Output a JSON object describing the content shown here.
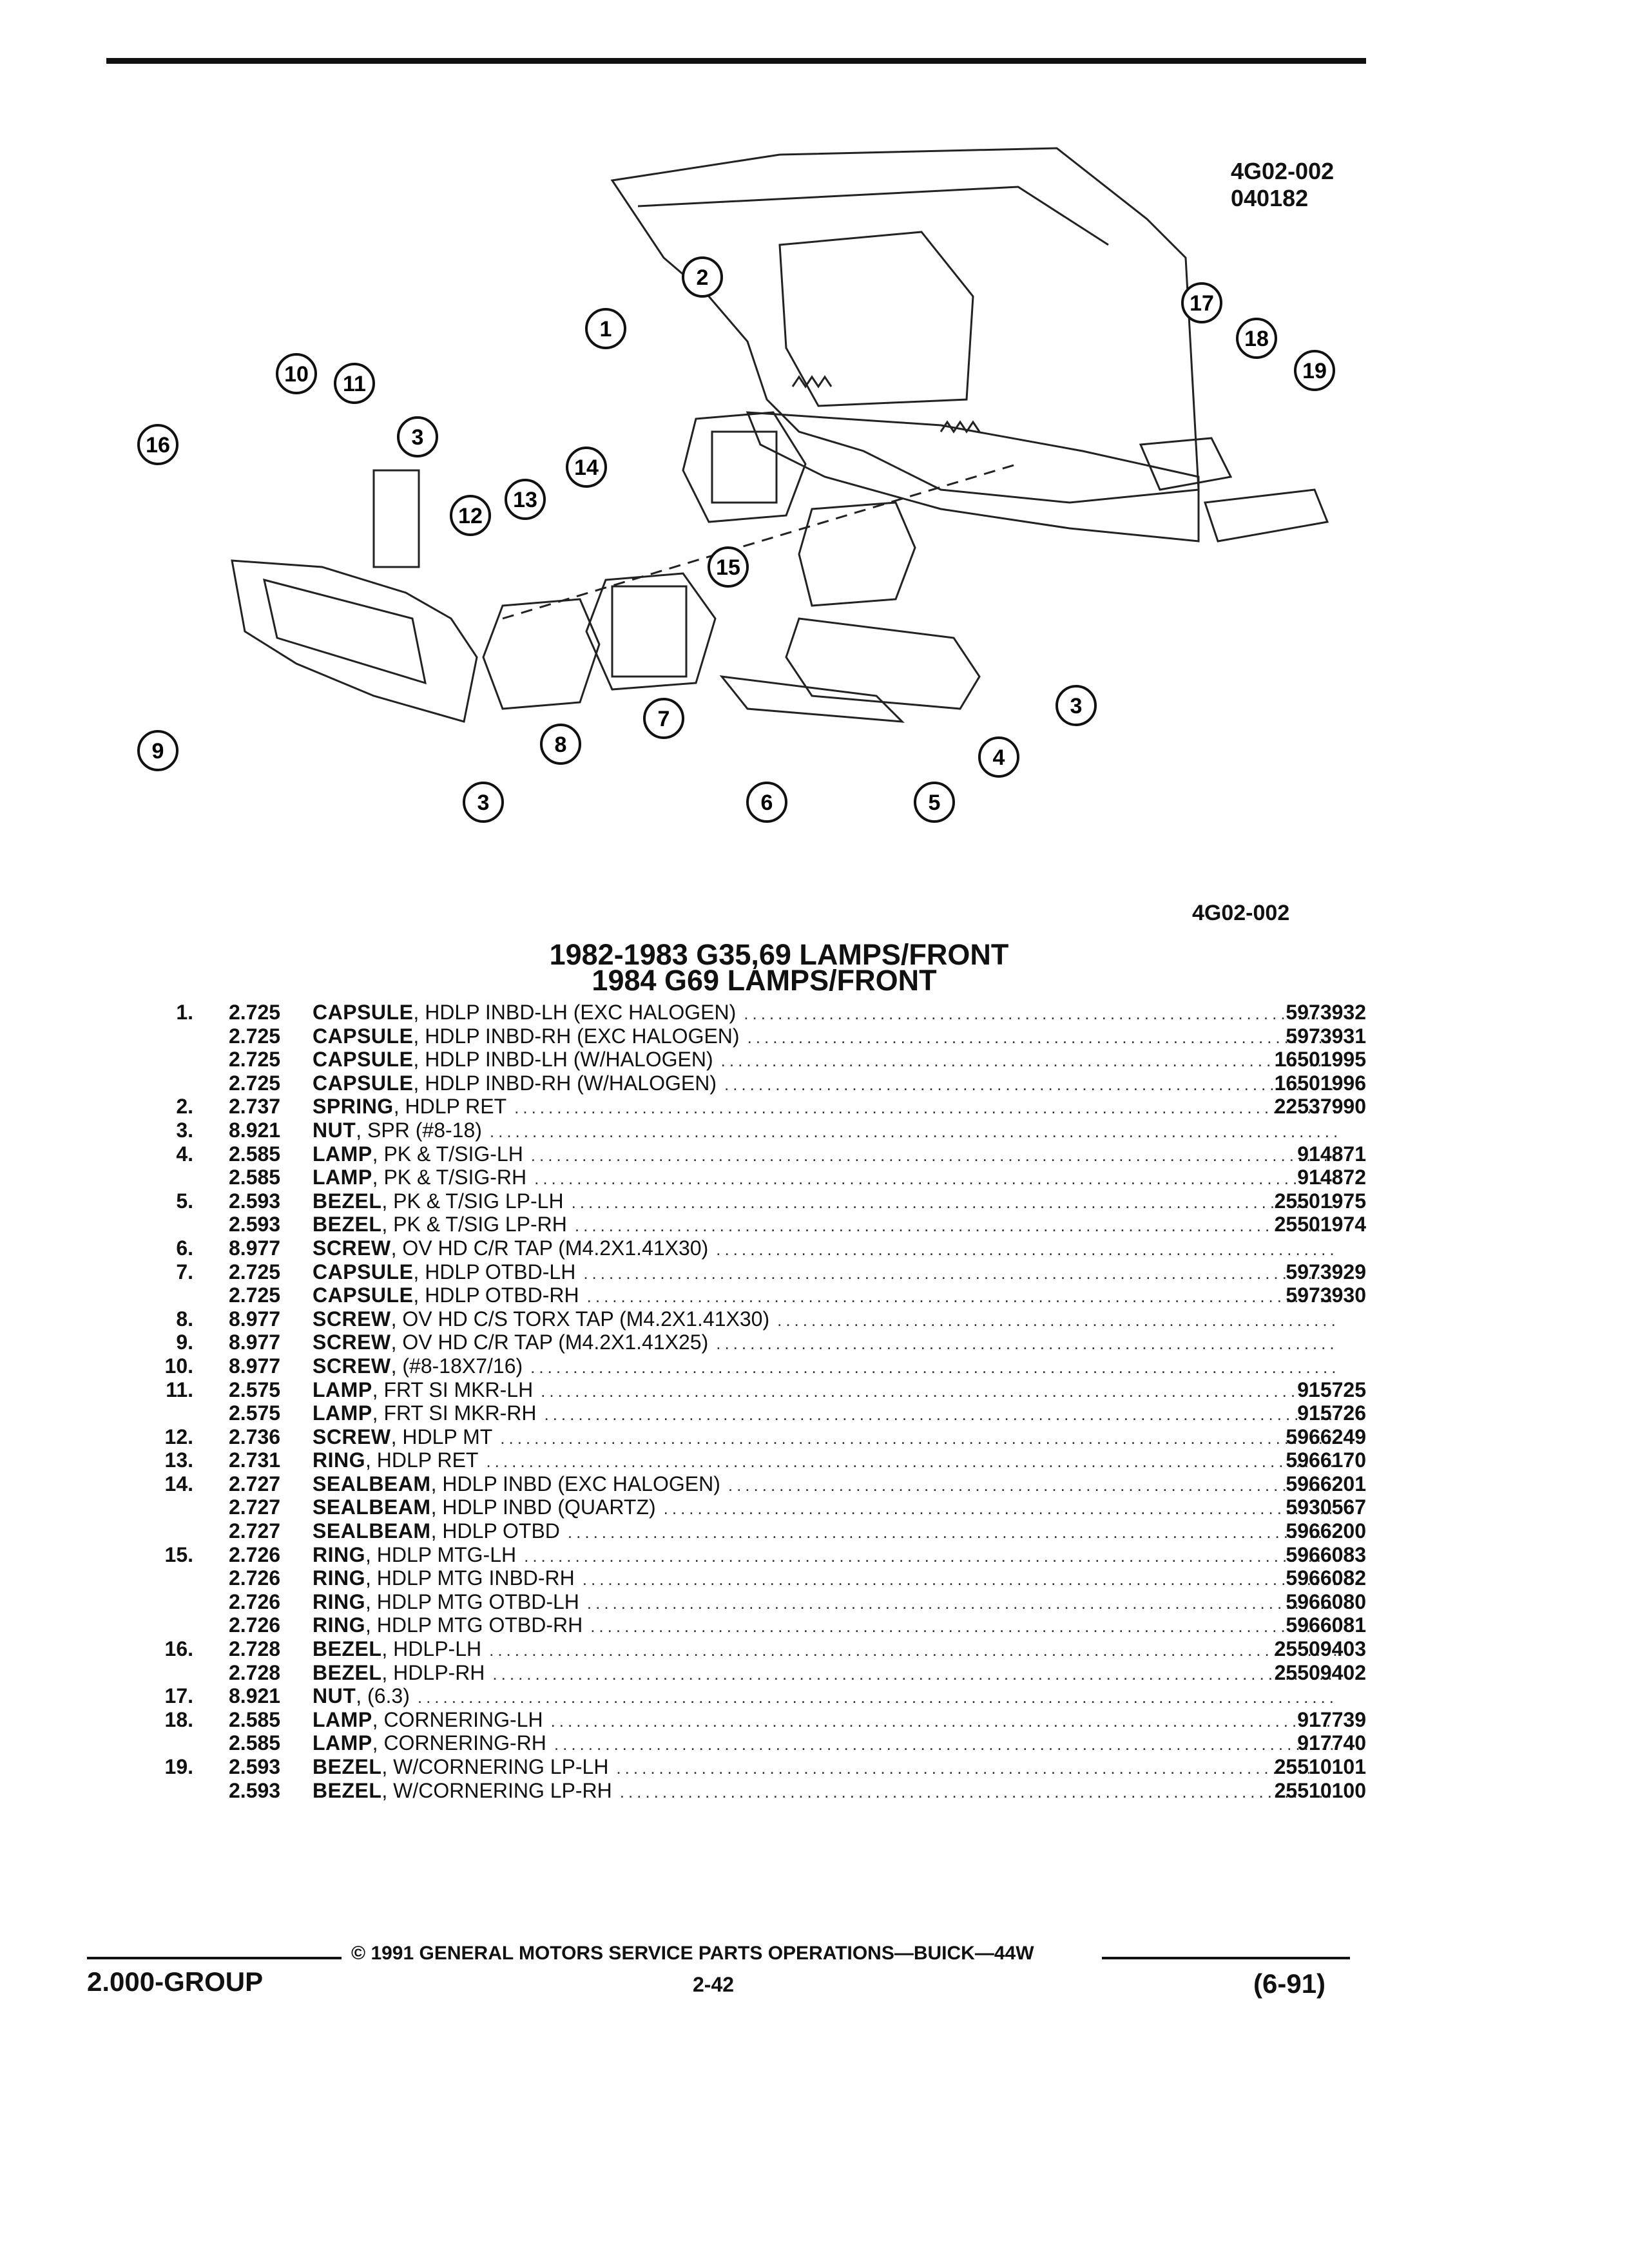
{
  "header": {
    "figure_code": "4G02-002",
    "figure_date": "040182"
  },
  "diagram": {
    "callouts": [
      "1",
      "2",
      "3",
      "4",
      "5",
      "6",
      "7",
      "8",
      "9",
      "10",
      "11",
      "12",
      "13",
      "14",
      "15",
      "16",
      "17",
      "18",
      "19"
    ],
    "caption_code": "4G02-002"
  },
  "section": {
    "title_line1": "1982-1983 G35,69 LAMPS/FRONT",
    "title_line2": "1984 G69 LAMPS/FRONT"
  },
  "parts": [
    {
      "num": "1.",
      "group": "2.725",
      "name": "CAPSULE",
      "spec": " , HDLP INBD-LH (EXC HALOGEN)",
      "part_no": "5973932"
    },
    {
      "num": "",
      "group": "2.725",
      "name": "CAPSULE",
      "spec": " , HDLP INBD-RH (EXC HALOGEN)",
      "part_no": "5973931"
    },
    {
      "num": "",
      "group": "2.725",
      "name": "CAPSULE",
      "spec": " , HDLP INBD-LH (W/HALOGEN)",
      "part_no": "16501995"
    },
    {
      "num": "",
      "group": "2.725",
      "name": "CAPSULE",
      "spec": " , HDLP INBD-RH (W/HALOGEN)",
      "part_no": "16501996"
    },
    {
      "num": "2.",
      "group": "2.737",
      "name": "SPRING",
      "spec": " , HDLP RET",
      "part_no": "22537990"
    },
    {
      "num": "3.",
      "group": "8.921",
      "name": "NUT",
      "spec": " , SPR (#8-18)",
      "part_no": ""
    },
    {
      "num": "4.",
      "group": "2.585",
      "name": "LAMP",
      "spec": " , PK & T/SIG-LH",
      "part_no": "914871"
    },
    {
      "num": "",
      "group": "2.585",
      "name": "LAMP",
      "spec": " , PK & T/SIG-RH",
      "part_no": "914872"
    },
    {
      "num": "5.",
      "group": "2.593",
      "name": "BEZEL",
      "spec": " , PK & T/SIG LP-LH",
      "part_no": "25501975"
    },
    {
      "num": "",
      "group": "2.593",
      "name": "BEZEL",
      "spec": " , PK & T/SIG LP-RH",
      "part_no": "25501974"
    },
    {
      "num": "6.",
      "group": "8.977",
      "name": "SCREW",
      "spec": " , OV HD C/R TAP (M4.2X1.41X30)",
      "part_no": ""
    },
    {
      "num": "7.",
      "group": "2.725",
      "name": "CAPSULE",
      "spec": " , HDLP OTBD-LH",
      "part_no": "5973929"
    },
    {
      "num": "",
      "group": "2.725",
      "name": "CAPSULE",
      "spec": " , HDLP OTBD-RH",
      "part_no": "5973930"
    },
    {
      "num": "8.",
      "group": "8.977",
      "name": "SCREW",
      "spec": " , OV HD C/S TORX TAP (M4.2X1.41X30)",
      "part_no": ""
    },
    {
      "num": "9.",
      "group": "8.977",
      "name": "SCREW",
      "spec": " , OV HD C/R TAP (M4.2X1.41X25)",
      "part_no": ""
    },
    {
      "num": "10.",
      "group": "8.977",
      "name": "SCREW",
      "spec": " , (#8-18X7/16)",
      "part_no": ""
    },
    {
      "num": "11.",
      "group": "2.575",
      "name": "LAMP",
      "spec": " , FRT SI MKR-LH",
      "part_no": "915725"
    },
    {
      "num": "",
      "group": "2.575",
      "name": "LAMP",
      "spec": " , FRT SI MKR-RH",
      "part_no": "915726"
    },
    {
      "num": "12.",
      "group": "2.736",
      "name": "SCREW",
      "spec": " , HDLP MT",
      "part_no": "5966249"
    },
    {
      "num": "13.",
      "group": "2.731",
      "name": "RING",
      "spec": " , HDLP RET",
      "part_no": "5966170"
    },
    {
      "num": "14.",
      "group": "2.727",
      "name": "SEALBEAM",
      "spec": " , HDLP INBD (EXC HALOGEN)",
      "part_no": "5966201"
    },
    {
      "num": "",
      "group": "2.727",
      "name": "SEALBEAM",
      "spec": " , HDLP INBD (QUARTZ)",
      "part_no": "5930567"
    },
    {
      "num": "",
      "group": "2.727",
      "name": "SEALBEAM",
      "spec": " , HDLP OTBD",
      "part_no": "5966200"
    },
    {
      "num": "15.",
      "group": "2.726",
      "name": "RING",
      "spec": " , HDLP MTG-LH",
      "part_no": "5966083"
    },
    {
      "num": "",
      "group": "2.726",
      "name": "RING",
      "spec": " , HDLP MTG INBD-RH",
      "part_no": "5966082"
    },
    {
      "num": "",
      "group": "2.726",
      "name": "RING",
      "spec": " , HDLP MTG OTBD-LH",
      "part_no": "5966080"
    },
    {
      "num": "",
      "group": "2.726",
      "name": "RING",
      "spec": " , HDLP MTG OTBD-RH",
      "part_no": "5966081"
    },
    {
      "num": "16.",
      "group": "2.728",
      "name": "BEZEL",
      "spec": " , HDLP-LH",
      "part_no": "25509403"
    },
    {
      "num": "",
      "group": "2.728",
      "name": "BEZEL",
      "spec": " , HDLP-RH",
      "part_no": "25509402"
    },
    {
      "num": "17.",
      "group": "8.921",
      "name": "NUT",
      "spec": " , (6.3)",
      "part_no": ""
    },
    {
      "num": "18.",
      "group": "2.585",
      "name": "LAMP",
      "spec": " , CORNERING-LH",
      "part_no": "917739"
    },
    {
      "num": "",
      "group": "2.585",
      "name": "LAMP",
      "spec": " , CORNERING-RH",
      "part_no": "917740"
    },
    {
      "num": "19.",
      "group": "2.593",
      "name": "BEZEL",
      "spec": " , W/CORNERING LP-LH",
      "part_no": "25510101"
    },
    {
      "num": "",
      "group": "2.593",
      "name": "BEZEL",
      "spec": " , W/CORNERING LP-RH",
      "part_no": "25510100"
    }
  ],
  "footer": {
    "copyright": "© 1991 GENERAL MOTORS SERVICE PARTS OPERATIONS—BUICK—44W",
    "group": "2.000-GROUP",
    "page": "2-42",
    "date": "(6-91)"
  }
}
